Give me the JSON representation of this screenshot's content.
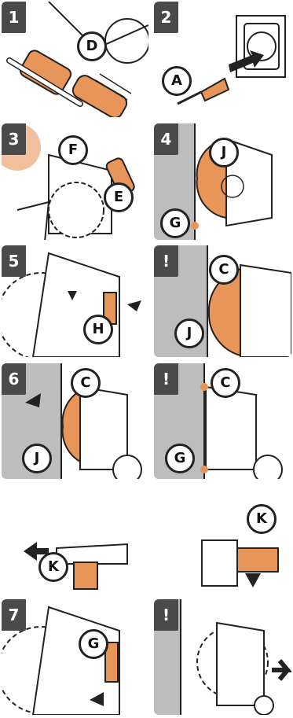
{
  "steps": {
    "s1": "1",
    "s2": "2",
    "s3": "3",
    "s4": "4",
    "s5": "5",
    "w1": "!",
    "s6": "6",
    "w2": "!",
    "s7": "7",
    "w3": "!"
  },
  "labels": {
    "p1": "D",
    "p2": "A",
    "p3a": "F",
    "p3b": "E",
    "p4a": "J",
    "p4b": "G",
    "p5": "H",
    "p6a": "C",
    "p6b": "J",
    "p7a": "C",
    "p7b": "J",
    "p8a": "C",
    "p8b": "G",
    "p9a": "K",
    "p9b": "K",
    "p10": "G"
  },
  "colors": {
    "accent": "#e8955a",
    "dark": "#4a4a4a",
    "panel_gray": "#bdbdbd",
    "line": "#222222"
  }
}
